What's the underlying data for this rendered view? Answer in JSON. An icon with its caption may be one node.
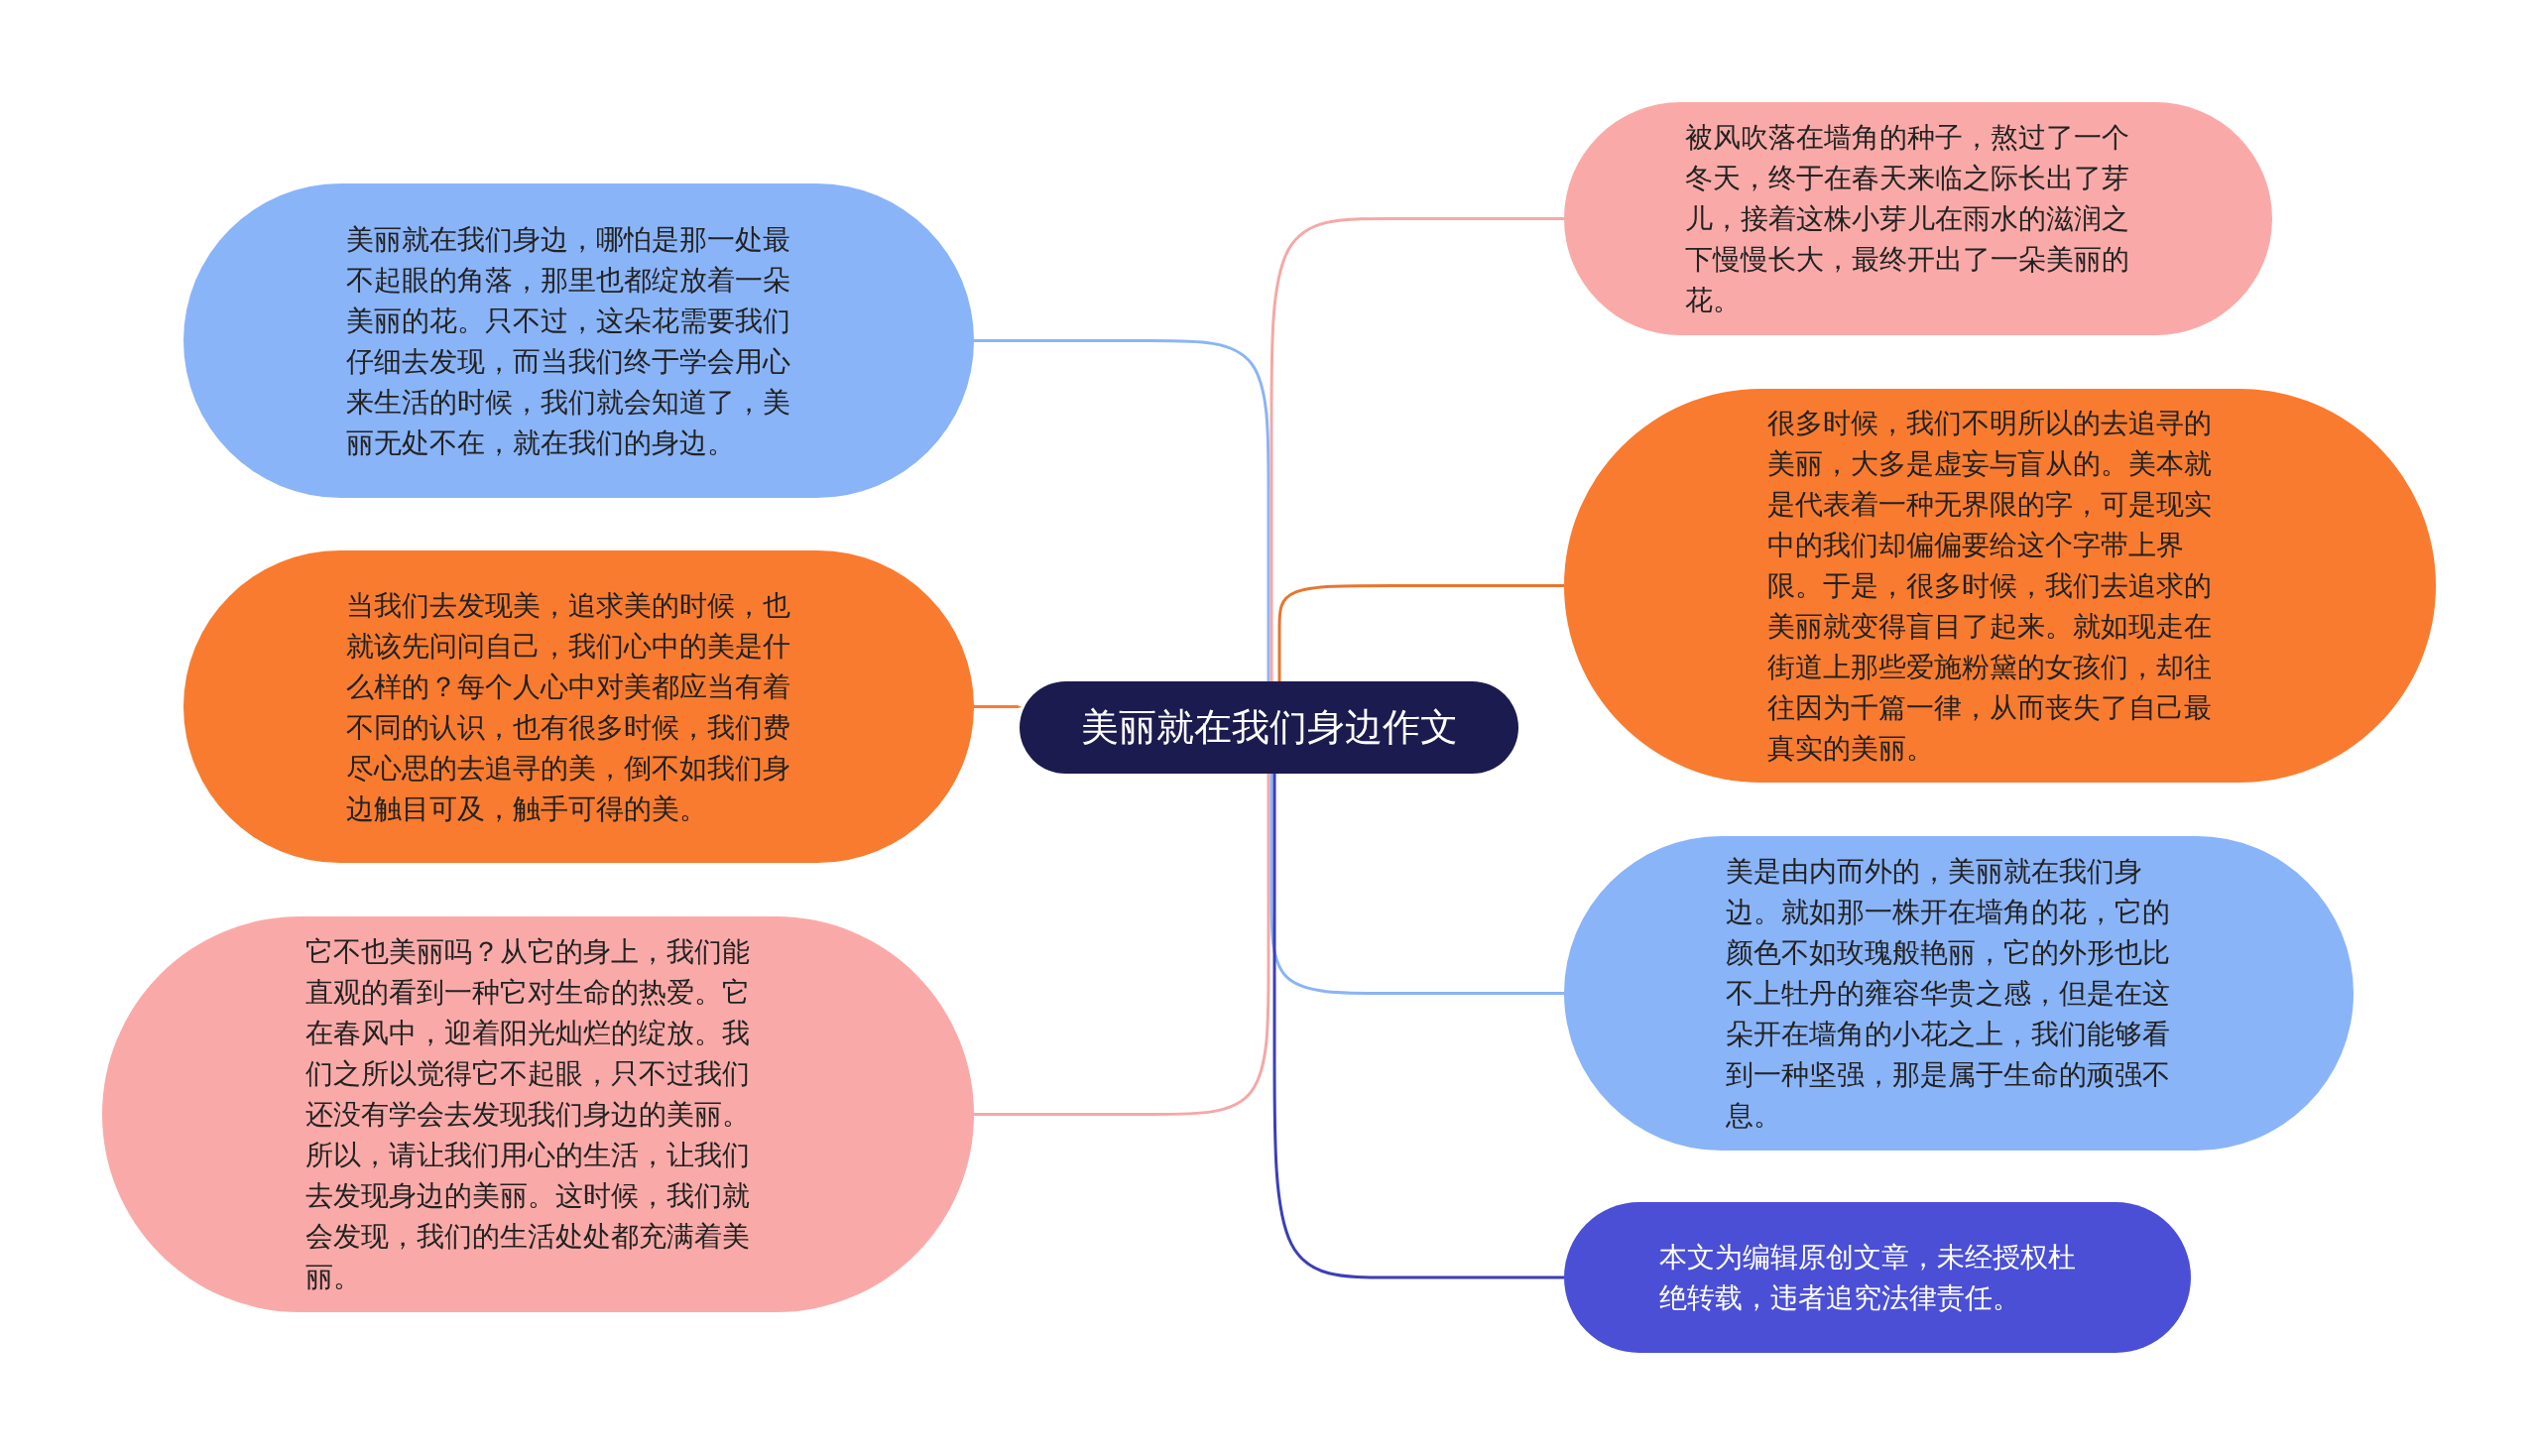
{
  "diagram": {
    "nodes": [
      {
        "text": [
          "美丽就在我们身边作文"
        ]
      },
      {
        "text": [
          "美丽就在我们身边，哪怕是那一处最不起眼的角落，那里也都绽放着一朵美丽的花。只不过，这朵花需要我们仔细去发现，而当我们终于学会用心来生活的时候，我们就会知道了，美丽无处不在，就在我们的身边。"
        ]
      },
      {
        "text": [
          "当我们去发现美，追求美的时候，也就该先问问自己，我们心中的美是什么样的？每个人心中对美都应当有着不同的认识，也有很多时候，我们费尽心思的去追寻的美，倒不如我们身边触目可及，触手可得的美。"
        ]
      },
      {
        "text": [
          "它不也美丽吗？从它的身上，我们能直观的看到一种它对生命的热爱。它在春风中，迎着阳光灿烂的绽放。我们之所以觉得它不起眼，只不过我们还没有学会去发现我们身边的美丽。所以，请让我们用心的生活，让我们去发现身边的美丽。这时候，我们就会发现，我们的生活处处都充满着美丽。"
        ]
      },
      {
        "text": [
          "被风吹落在墙角的种子，熬过了一个冬天，终于在春天来临之际长出了芽儿，接着这株小芽儿在雨水的滋润之下慢慢长大，最终开出了一朵美丽的花。"
        ]
      },
      {
        "text": [
          "很多时候，我们不明所以的去追寻的美丽，大多是虚妄与盲从的。美本就是代表着一种无界限的字，可是现实中的我们却偏偏要给这个字带上界限。于是，很多时候，我们去追求的美丽就变得盲目了起来。就如现走在街道上那些爱施粉黛的女孩们，却往往因为千篇一律，从而丧失了自己最真实的美丽。"
        ]
      },
      {
        "text": [
          "美是由内而外的，美丽就在我们身边。就如那一株开在墙角的花，它的颜色不如玫瑰般艳丽，它的外形也比不上牡丹的雍容华贵之感，但是在这朵开在墙角的小花之上，我们能够看到一种坚强，那是属于生命的顽强不息。"
        ]
      },
      {
        "text": [
          "本文为编辑原创文章，未经授权杜绝转载，违者追究法律责任。"
        ]
      }
    ],
    "edges": [
      {
        "from": 0,
        "to": 1,
        "arrow": "none",
        "color": "#8ab4f8"
      },
      {
        "from": 0,
        "to": 2,
        "arrow": "none",
        "color": "#f97b2f"
      },
      {
        "from": 0,
        "to": 3,
        "arrow": "none",
        "color": "#f5a8a6"
      },
      {
        "from": 0,
        "to": 4,
        "arrow": "none",
        "color": "#f5a8a6"
      },
      {
        "from": 0,
        "to": 5,
        "arrow": "none",
        "color": "#e8762c"
      },
      {
        "from": 0,
        "to": 6,
        "arrow": "none",
        "color": "#8ab4f8"
      },
      {
        "from": 0,
        "to": 7,
        "arrow": "none",
        "color": "#3b3fb8"
      }
    ]
  }
}
